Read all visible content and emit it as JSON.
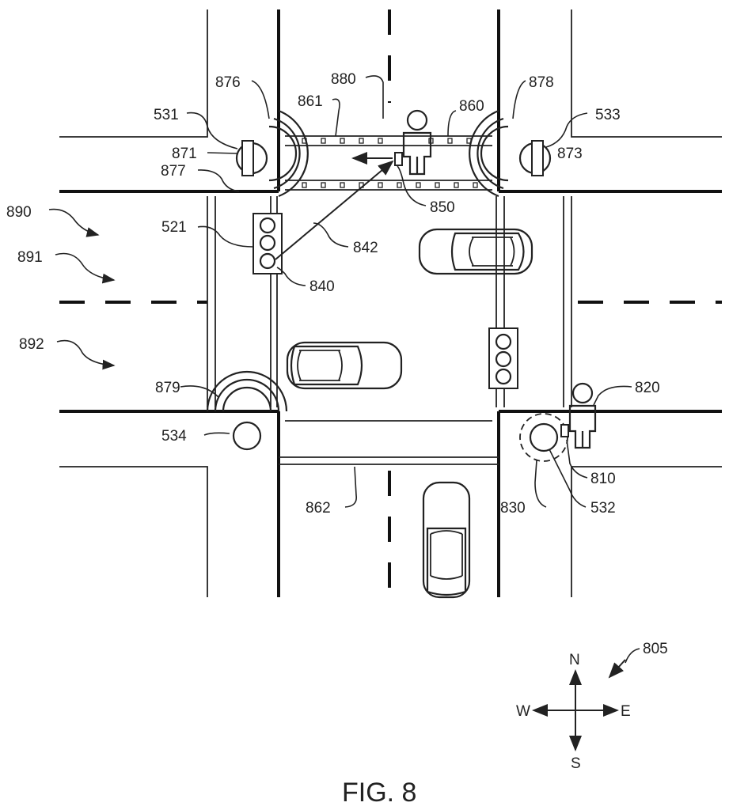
{
  "figure": {
    "caption": "FIG. 8"
  },
  "labels": {
    "l876": "876",
    "l880": "880",
    "l878": "878",
    "l531": "531",
    "l861": "861",
    "l860": "860",
    "l533": "533",
    "l871": "871",
    "l873": "873",
    "l877": "877",
    "l850": "850",
    "l890": "890",
    "l521": "521",
    "l842": "842",
    "l891": "891",
    "l840": "840",
    "l892": "892",
    "l879": "879",
    "l820": "820",
    "l534": "534",
    "l810": "810",
    "l862": "862",
    "l830": "830",
    "l532": "532",
    "l805": "805"
  },
  "compass": {
    "north": "N",
    "south": "S",
    "east": "E",
    "west": "W"
  },
  "icons": [
    "traffic-signal-icon",
    "pedestrian-icon",
    "vehicle-icon",
    "mobile-device-icon",
    "sensor-wave-icon",
    "compass-icon"
  ]
}
